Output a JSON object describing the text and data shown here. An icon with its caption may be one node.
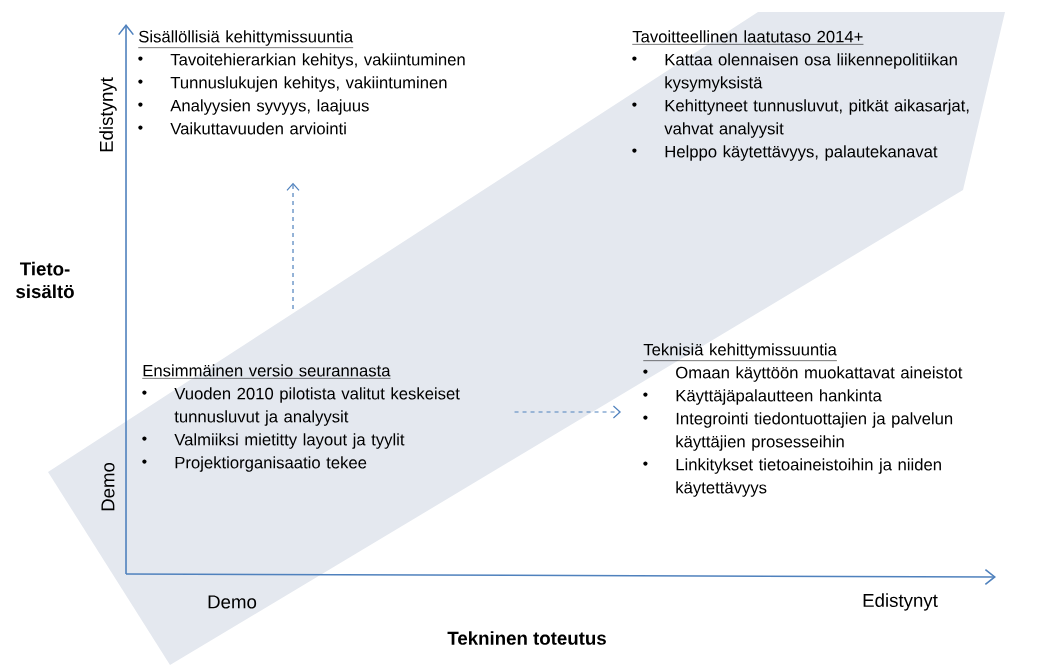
{
  "diagram": {
    "nodes": [
      {
        "text": [
          "Sisällöllisiä kehittymissuuntia",
          "Tavoitehierarkian kehitys, vakiintuminen",
          "Tunnuslukujen kehitys, vakiintuminen",
          "Analyysien syvyys, laajuus",
          "Vaikuttavuuden arviointi"
        ]
      },
      {
        "text": [
          "Tavoitteellinen laatutaso 2014+",
          "Kattaa olennaisen osa liikennepolitiikan kysymyksistä",
          "Kehittyneet tunnusluvut, pitkät aikasarjat, vahvat analyysit",
          "Helppo käytettävyys, palautekanavat"
        ]
      },
      {
        "text": [
          "Ensimmäinen versio seurannasta",
          "Vuoden 2010 pilotista valitut keskeiset tunnusluvut ja analyysit",
          "Valmiiksi mietitty layout ja tyylit",
          "Projektiorganisaatio tekee"
        ]
      },
      {
        "text": [
          "Teknisiä kehittymissuuntia",
          "Omaan käyttöön muokattavat aineistot",
          "Käyttäjäpalautteen hankinta",
          "Integrointi tiedontuottajien ja palvelun käyttäjien prosesseihin",
          "Linkitykset tietoaineistoihin ja niiden käytettävyys"
        ]
      }
    ],
    "edges": [
      {
        "from": 2,
        "to": 0,
        "arrow": "to",
        "style": "dashed"
      },
      {
        "from": 2,
        "to": 3,
        "arrow": "to",
        "style": "dashed"
      }
    ],
    "labels": [
      "Edistynyt",
      "Tieto-sisältö",
      "Demo",
      "Demo",
      "Edistynyt",
      "Tekninen toteutus"
    ]
  }
}
